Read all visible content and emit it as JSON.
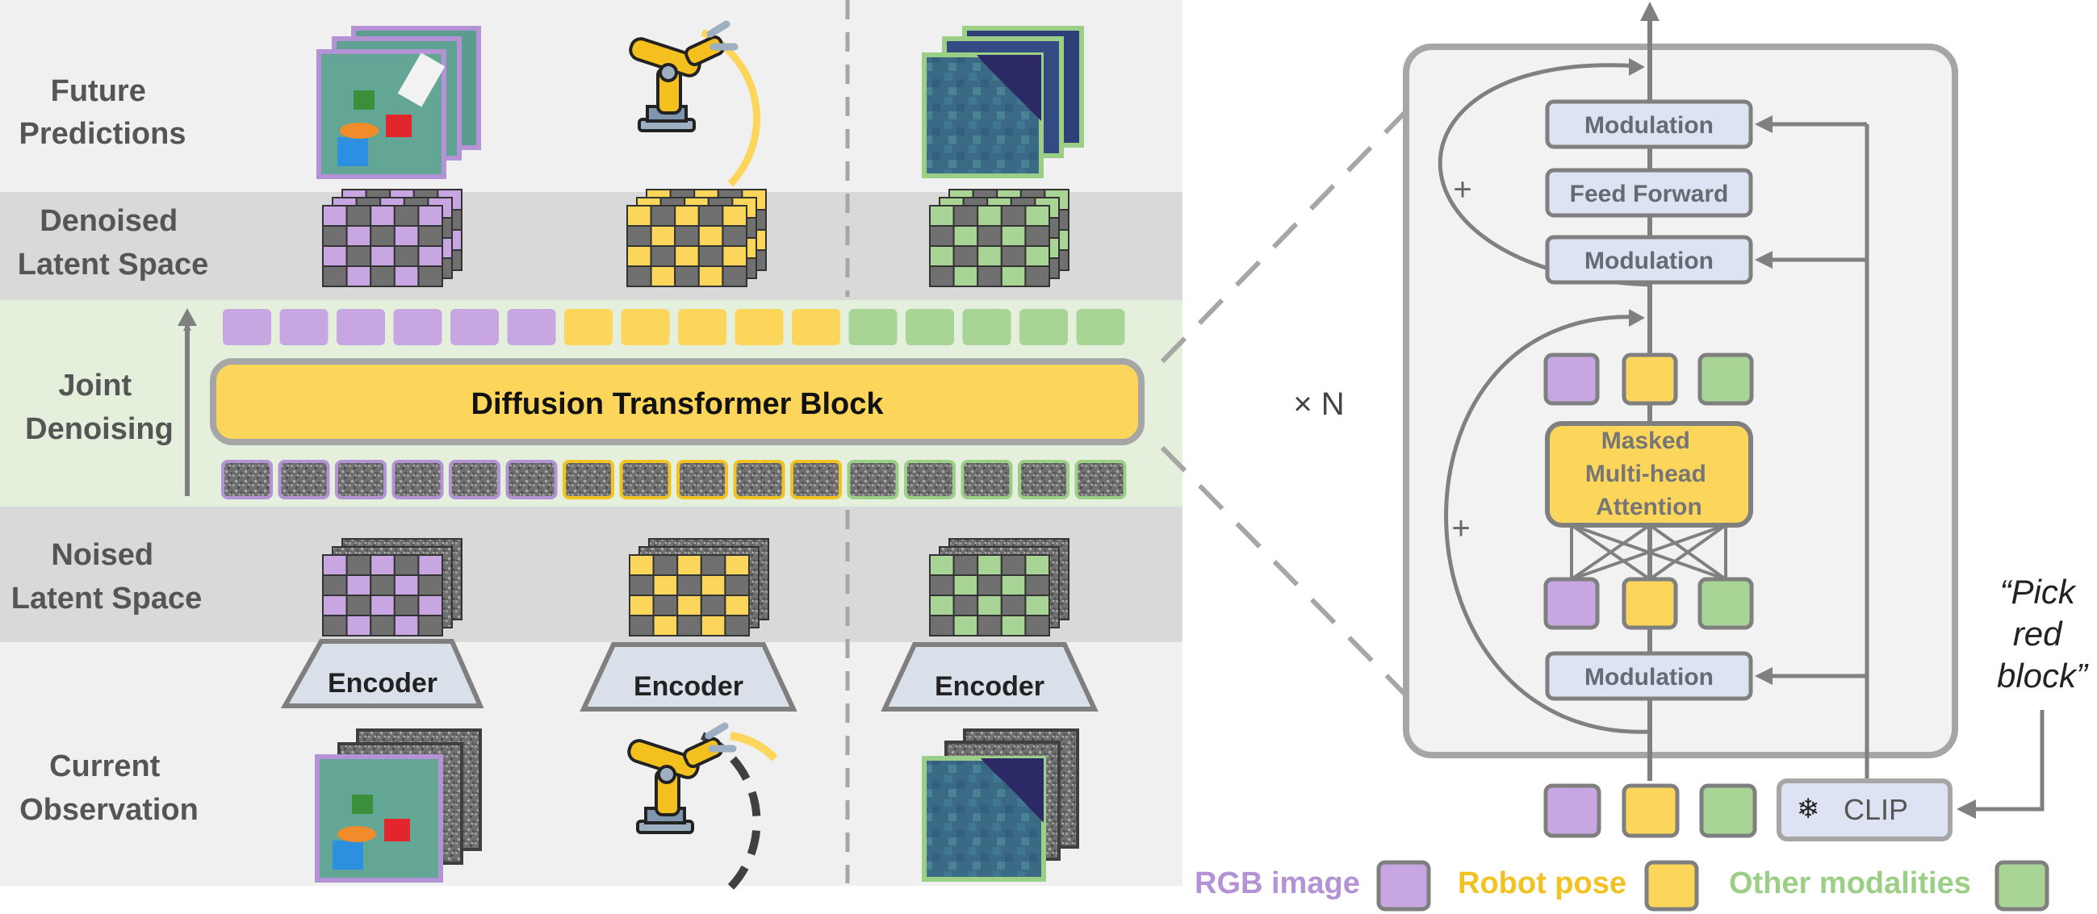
{
  "rows": {
    "future": [
      "Future",
      "Predictions"
    ],
    "denoised": [
      "Denoised",
      "Latent Space"
    ],
    "joint": [
      "Joint",
      "Denoising"
    ],
    "noised": [
      "Noised",
      "Latent Space"
    ],
    "current": [
      "Current",
      "Observation"
    ]
  },
  "encoder_label": "Encoder",
  "dit_block_label": "Diffusion Transformer Block",
  "repeat_label": "× N",
  "block": {
    "modulation": "Modulation",
    "feed_forward": "Feed Forward",
    "attention": [
      "Masked",
      "Multi-head",
      "Attention"
    ],
    "clip": "CLIP",
    "plus": "+"
  },
  "prompt_lines": [
    "“Pick",
    "red",
    "block”"
  ],
  "legend": [
    {
      "label": "RGB image",
      "color": "#b392d6"
    },
    {
      "label": "Robot pose",
      "color": "#f2c222"
    },
    {
      "label": "Other modalities",
      "color": "#9ccf86"
    }
  ],
  "colors": {
    "purple": "#c7a6e2",
    "yellow": "#fcd65a",
    "green": "#a8d595",
    "gray_frame": "#7f7f7f",
    "dit_fill": "#fcd65a",
    "block_fill": "#dde3f3"
  }
}
